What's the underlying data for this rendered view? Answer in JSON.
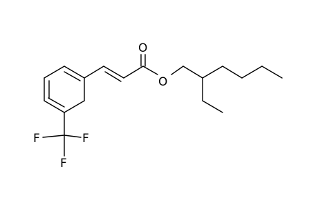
{
  "molecule": {
    "atoms": {
      "carbonyl_oxygen": "O",
      "ester_oxygen": "O",
      "fluorine_1": "F",
      "fluorine_2": "F",
      "fluorine_3": "F"
    }
  }
}
